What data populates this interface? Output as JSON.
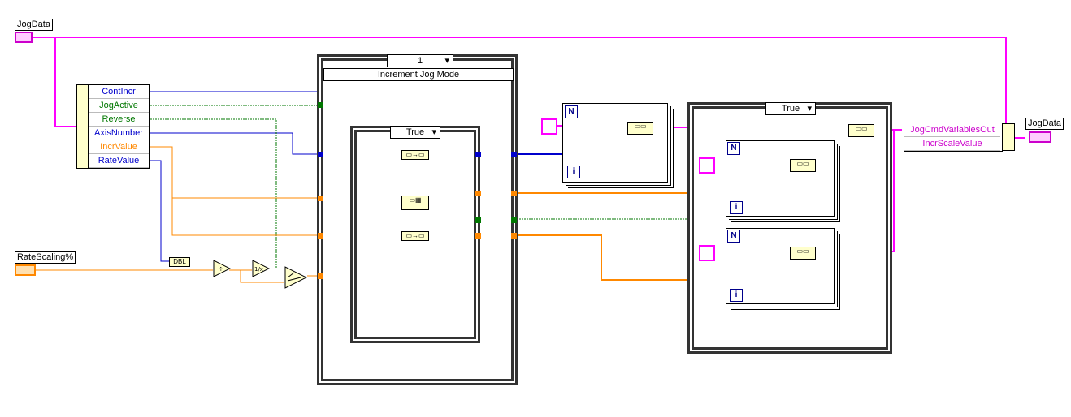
{
  "controls": {
    "jogdata_in_label": "JogData",
    "jogdata_out_label": "JogData",
    "ratescaling_label": "RateScaling%",
    "dbl_label": "DBL"
  },
  "unbundle": {
    "items": [
      {
        "label": "ContIncr",
        "color": "#0000cc"
      },
      {
        "label": "JogActive",
        "color": "#007700"
      },
      {
        "label": "Reverse",
        "color": "#007700"
      },
      {
        "label": "AxisNumber",
        "color": "#0000cc"
      },
      {
        "label": "IncrValue",
        "color": "#ff8800"
      },
      {
        "label": "RateValue",
        "color": "#0000cc"
      }
    ]
  },
  "bundle": {
    "items": [
      {
        "label": "JogCmdVariablesOut"
      },
      {
        "label": "IncrScaleValue"
      }
    ]
  },
  "case_outer": {
    "selector": "1",
    "title": "Increment Jog Mode"
  },
  "case_inner": {
    "selector": "True"
  },
  "case_right": {
    "selector": "True"
  },
  "loops": {
    "n": "N",
    "i": "i"
  },
  "colors": {
    "pink": "#ff00ff",
    "orange": "#ff8800",
    "blue": "#0000cc",
    "green": "#007700"
  }
}
